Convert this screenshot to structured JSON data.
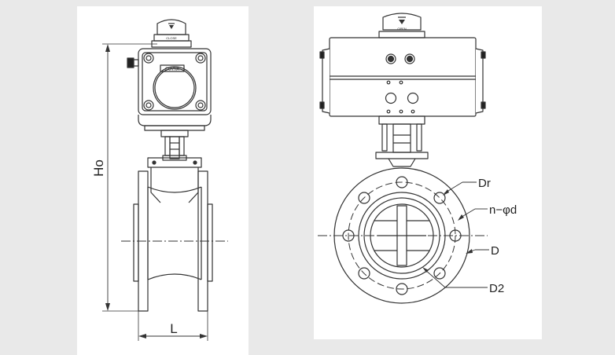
{
  "side_view": {
    "height_label": "Ho",
    "length_label": "L",
    "brand_plate": "COVNA",
    "indicator_text": "CLOSE"
  },
  "front_view": {
    "indicator_text": "OPEN",
    "labels": {
      "dr": "Dr",
      "n_phi_d": "n−φd",
      "d": "D",
      "d2": "D2"
    }
  },
  "colors": {
    "line": "#333333",
    "background": "#e9e9e9",
    "drawing_bg": "#ffffff"
  }
}
